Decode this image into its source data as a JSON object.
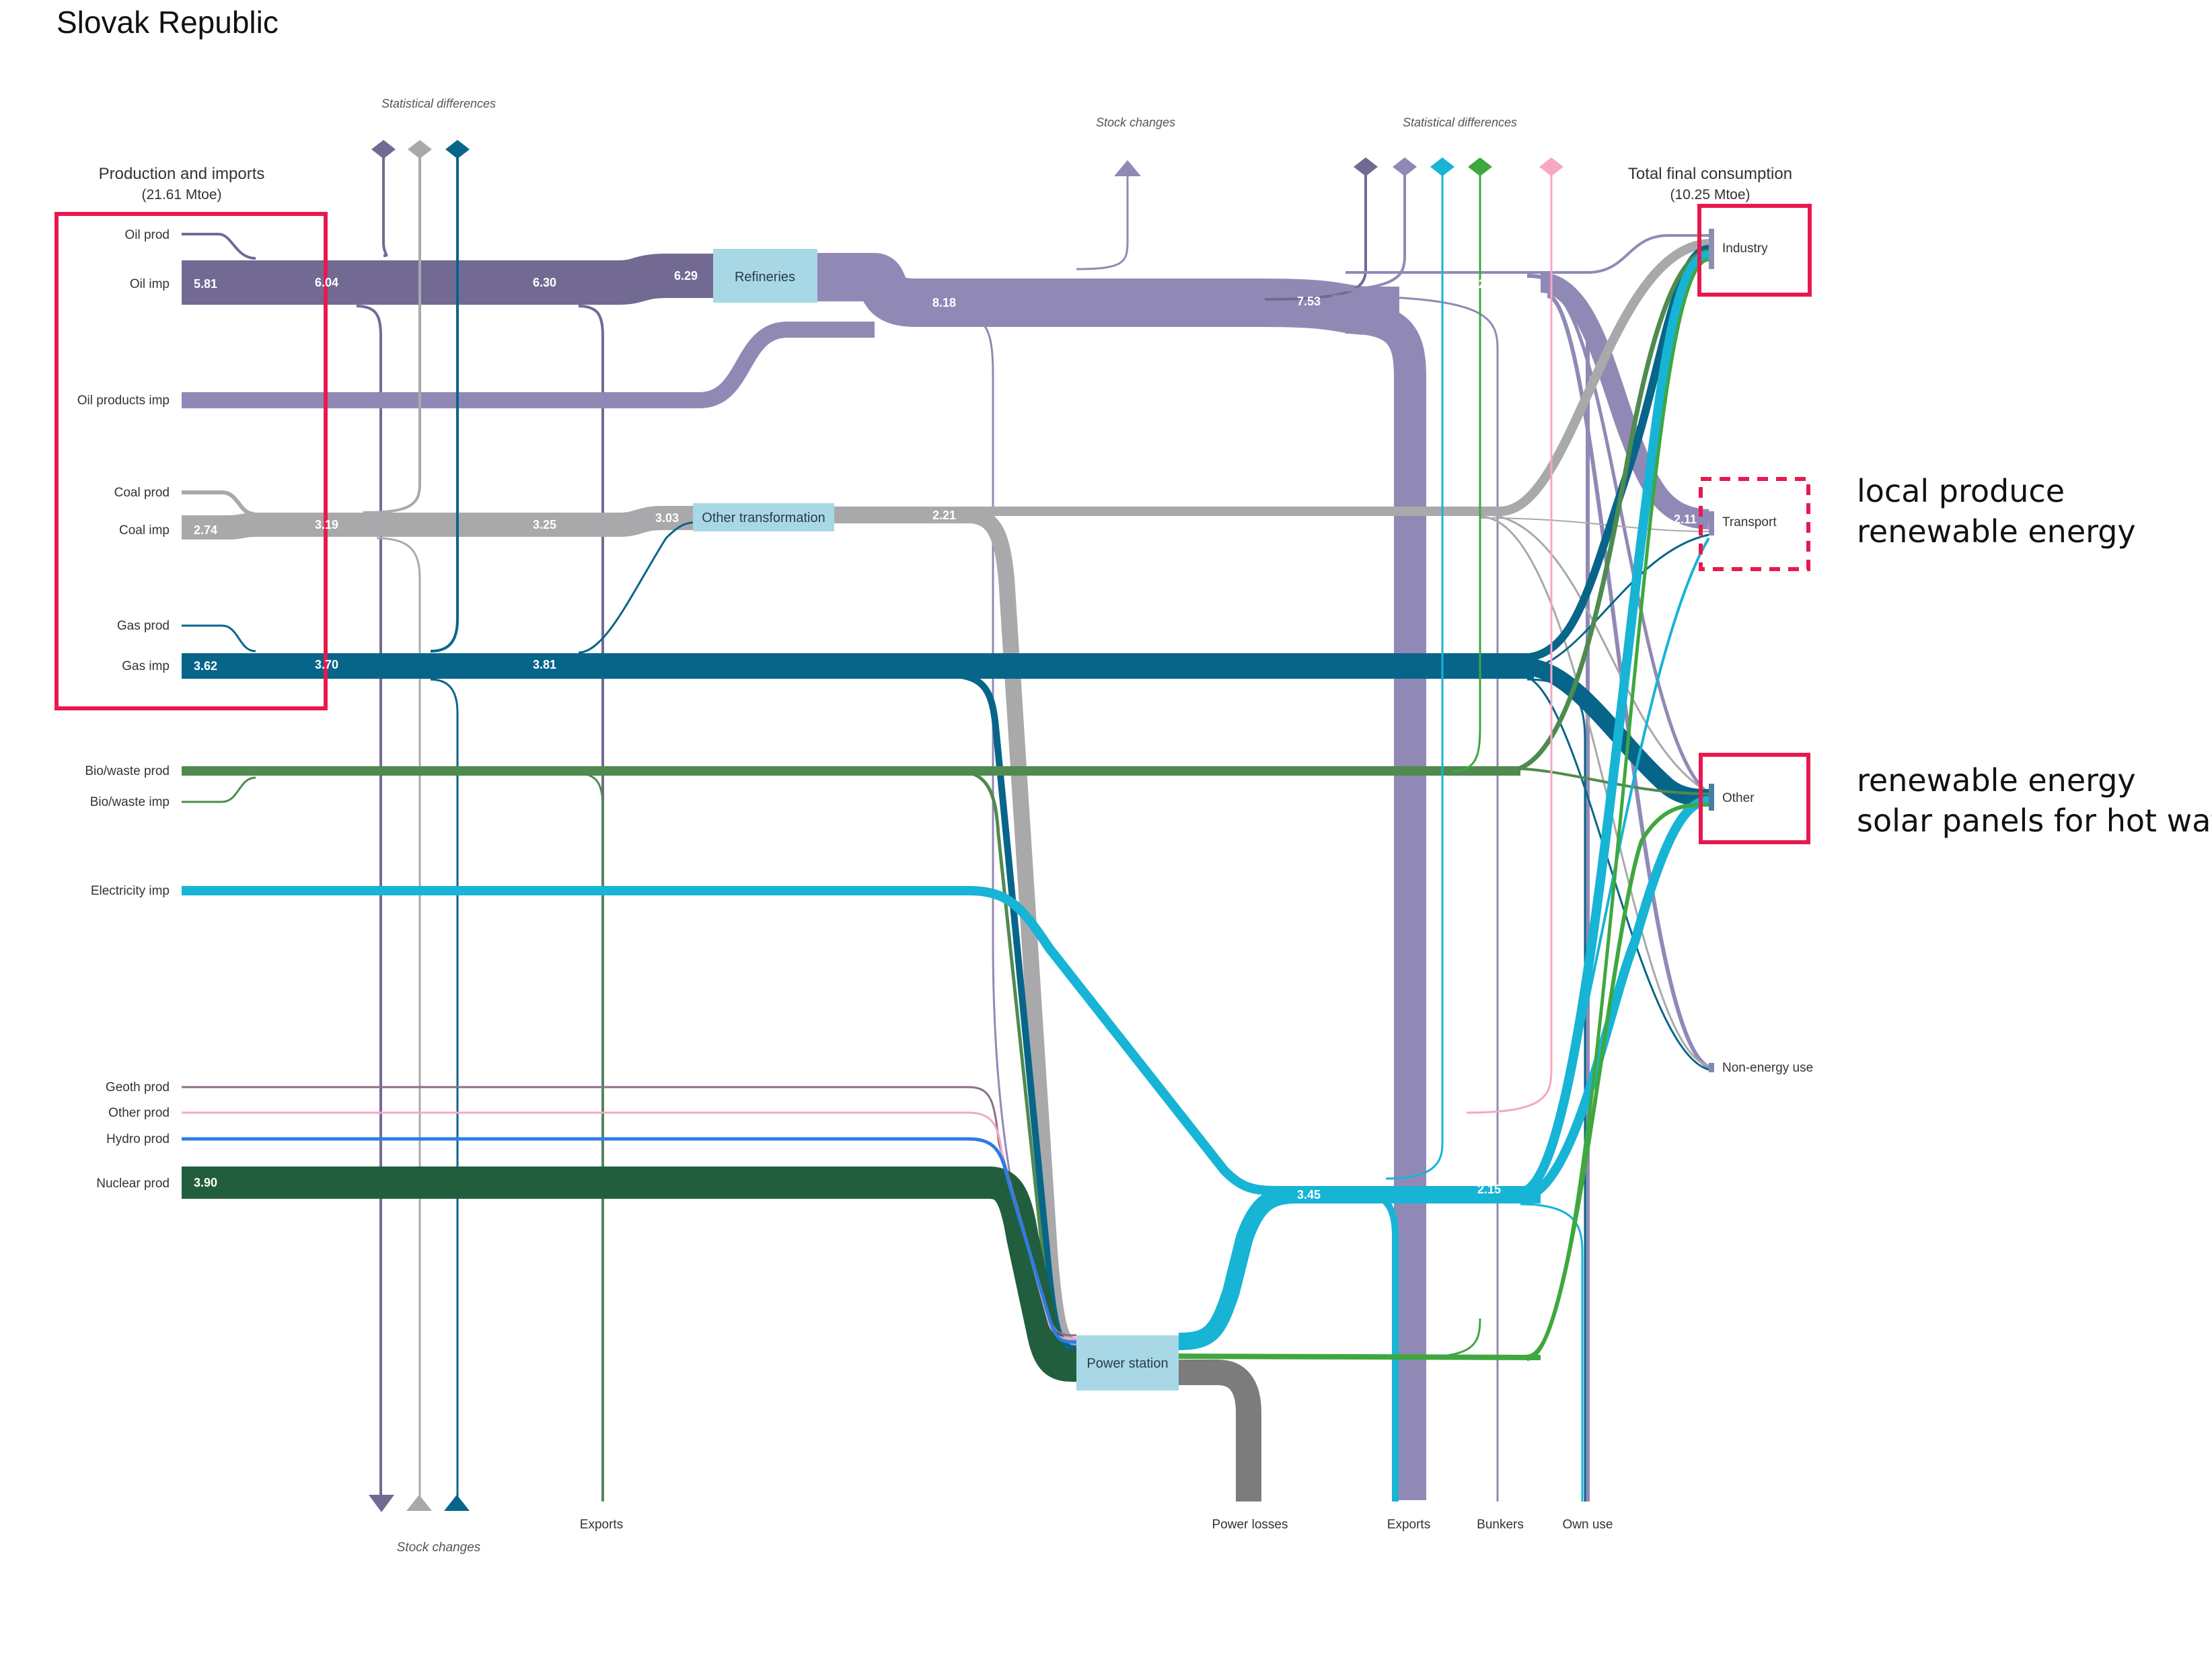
{
  "title": "Slovak Republic",
  "header_left": {
    "title": "Production and imports",
    "sub": "(21.61 Mtoe)"
  },
  "header_right": {
    "title": "Total final consumption",
    "sub": "(10.25 Mtoe)"
  },
  "source_labels": [
    "Oil prod",
    "Oil imp",
    "Oil products imp",
    "Coal prod",
    "Coal imp",
    "Gas prod",
    "Gas imp",
    "Bio/waste prod",
    "Bio/waste imp",
    "Electricity imp",
    "Geoth prod",
    "Other prod",
    "Hydro prod",
    "Nuclear prod"
  ],
  "process_nodes": {
    "refineries": "Refineries",
    "other_transformation": "Other transformation",
    "power_station": "Power station"
  },
  "consumption_labels": [
    "Industry",
    "Transport",
    "Other",
    "Non-energy use"
  ],
  "top_labels": {
    "stat_diff_left": "Statistical differences",
    "stock_changes_top": "Stock  changes",
    "stat_diff_right": "Statistical differences"
  },
  "bottom_labels": {
    "stock_changes_bottom": "Stock changes",
    "exports_left": "Exports",
    "power_losses": "Power losses",
    "exports_right": "Exports",
    "bunkers": "Bunkers",
    "own_use": "Own use"
  },
  "flow_values": {
    "oil_imp": "5.81",
    "oil_a": "6.04",
    "oil_b": "6.30",
    "oil_c": "6.29",
    "refined_a": "8.18",
    "refined_b": "7.53",
    "refined_c": "2.92",
    "coal_imp": "2.74",
    "coal_a": "3.19",
    "coal_b": "3.25",
    "coal_c": "3.03",
    "other_trans_out": "2.21",
    "gas_imp": "3.62",
    "gas_a": "3.70",
    "gas_b": "3.81",
    "nuclear": "3.90",
    "elec_a": "3.45",
    "elec_b": "2.15",
    "transport": "2.11"
  },
  "annotations": {
    "transport_note": [
      "local produce",
      "renewable energy"
    ],
    "other_note": [
      "renewable energy",
      "solar panels for hot water"
    ]
  },
  "colors": {
    "oil": "#736a93",
    "oil_products": "#9189b5",
    "coal": "#a9a9ab",
    "gas": "#08658a",
    "biowaste": "#4f8a4f",
    "electricity": "#17b4d6",
    "geoth": "#8a7087",
    "other_prod": "#f7a6c5",
    "hydro": "#2d7ce6",
    "nuclear": "#215e3d",
    "power_losses": "#7c7c7c",
    "node": "#a8d8e6",
    "highlight": "#e8194f"
  }
}
